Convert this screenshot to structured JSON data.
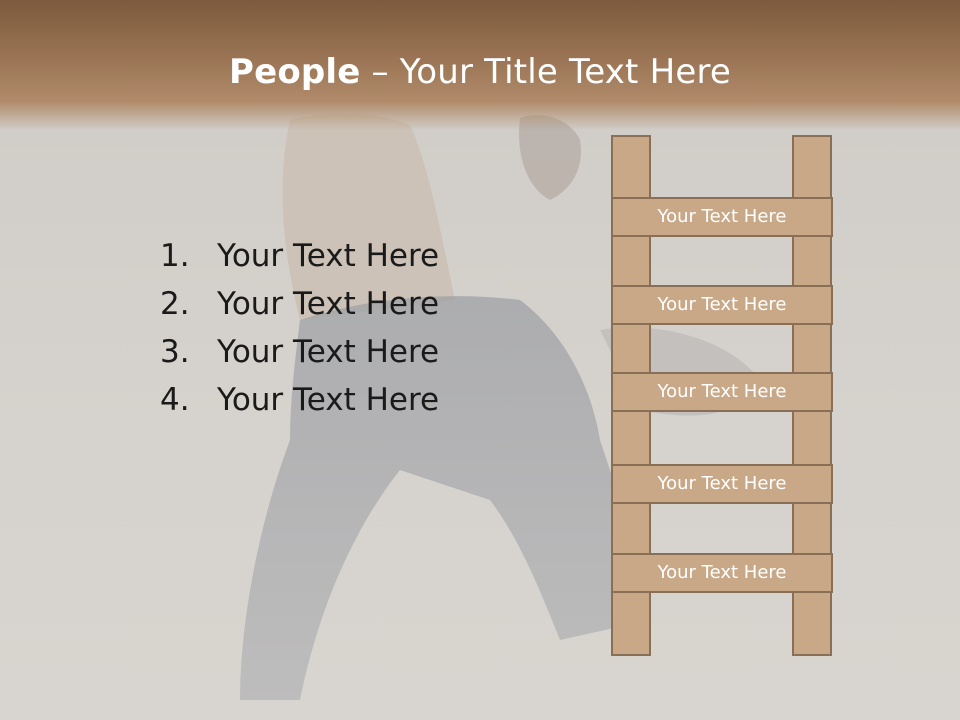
{
  "slide": {
    "title_bold": "People",
    "title_rest": " – Your Title Text Here"
  },
  "list": [
    {
      "num": "1.",
      "text": "Your Text Here"
    },
    {
      "num": "2.",
      "text": "Your Text Here"
    },
    {
      "num": "3.",
      "text": "Your Text Here"
    },
    {
      "num": "4.",
      "text": "Your Text Here"
    }
  ],
  "ladder": {
    "rungs": [
      "Your Text Here",
      "Your Text Here",
      "Your Text Here",
      "Your Text Here",
      "Your Text Here"
    ]
  },
  "colors": {
    "header": "#9a7454",
    "ladder_fill": "#c8a887",
    "ladder_border": "#8a6f57",
    "background": "#d4d0cb"
  }
}
